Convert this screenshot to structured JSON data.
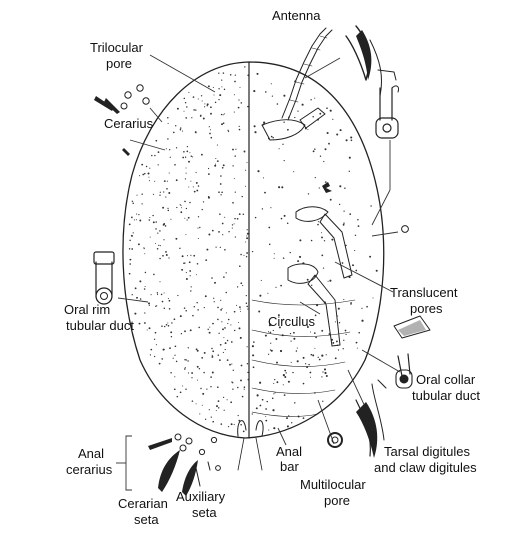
{
  "labels": {
    "antenna": "Antenna",
    "trilocular_pore_line1": "Trilocular",
    "trilocular_pore_line2": "pore",
    "cerarius": "Cerarius",
    "oral_rim_line1": "Oral rim",
    "oral_rim_line2": "tubular duct",
    "translucent_line1": "Translucent",
    "translucent_line2": "pores",
    "circulus": "Circulus",
    "oral_collar_line1": "Oral collar",
    "oral_collar_line2": "tubular duct",
    "anal_cerarius_line1": "Anal",
    "anal_cerarius_line2": "cerarius",
    "anal_bar_line1": "Anal",
    "anal_bar_line2": "bar",
    "tarsal_line1": "Tarsal digitules",
    "tarsal_line2": "and claw digitules",
    "cerarian_line1": "Cerarian",
    "cerarian_line2": "seta",
    "auxiliary_line1": "Auxiliary",
    "auxiliary_line2": "seta",
    "multilocular_line1": "Multilocular",
    "multilocular_line2": "pore"
  },
  "icons": {
    "body": "mealybug-body-outline-icon",
    "midline": "dorsal-ventral-divider",
    "antenna": "antenna-icon",
    "claw": "claw-icon",
    "duct": "tubular-duct-icon"
  }
}
